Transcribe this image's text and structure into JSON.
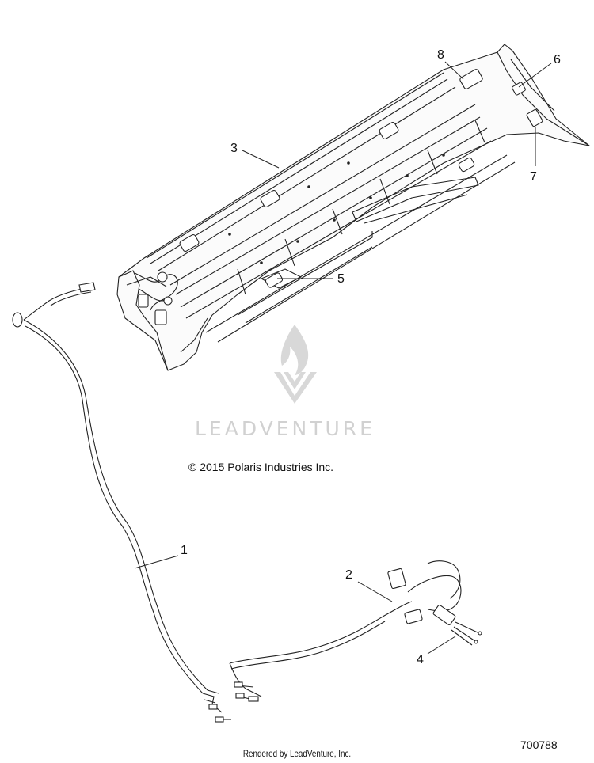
{
  "callouts": [
    {
      "id": "1",
      "label": "1"
    },
    {
      "id": "2",
      "label": "2"
    },
    {
      "id": "3",
      "label": "3"
    },
    {
      "id": "4",
      "label": "4"
    },
    {
      "id": "5",
      "label": "5"
    },
    {
      "id": "6",
      "label": "6"
    },
    {
      "id": "7",
      "label": "7"
    },
    {
      "id": "8",
      "label": "8"
    }
  ],
  "watermark": {
    "text": "LEADVENTURE",
    "color": "#c9c9c9"
  },
  "copyright": "© 2015 Polaris Industries Inc.",
  "footer": "Rendered by LeadVenture, Inc.",
  "figure_number": "700788"
}
